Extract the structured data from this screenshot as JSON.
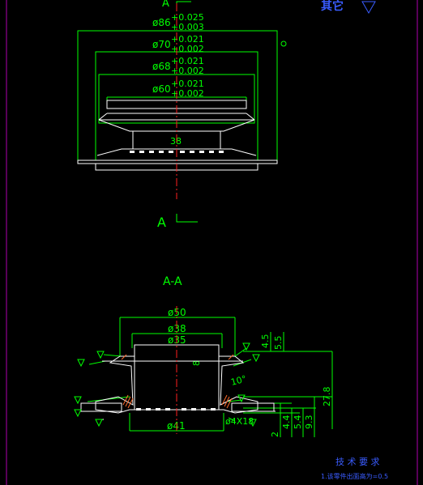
{
  "colors": {
    "background": "#000000",
    "outline": "#ffffff",
    "dimension": "#00ff00",
    "centerline": "#ff2020",
    "notes": "#3a5cff",
    "border": "#b000b0"
  },
  "top_view": {
    "section_mark_top": "A",
    "corner_text": "其它",
    "dims": {
      "d86": {
        "base": "ø86",
        "upper": "+0.025",
        "lower": "+0.003"
      },
      "d70": {
        "base": "ø70",
        "upper": "+0.021",
        "lower": "+0.002"
      },
      "d68": {
        "base": "ø68",
        "upper": "+0.021",
        "lower": "+0.002"
      },
      "d60": {
        "base": "ø60",
        "upper": "+0.021",
        "lower": "+0.002"
      },
      "w38": "38"
    },
    "section_mark_bottom": "A"
  },
  "section_view": {
    "title": "A-A",
    "dims": {
      "d50": "ø50",
      "d38": "ø38",
      "d35": "ø35",
      "d41": "ø41",
      "hole": "ø4X18",
      "angle": "10°",
      "h8": "8",
      "h4_5": "4.5",
      "h5_5": "5.5",
      "h27_8": "27.8",
      "h2": "2",
      "h4_4": "4.4",
      "h5_4": "5.4",
      "h9_3": "9.3"
    }
  },
  "notes": {
    "heading": "技 术 要 求",
    "line1": "1.该零件出面高为=0.5"
  }
}
